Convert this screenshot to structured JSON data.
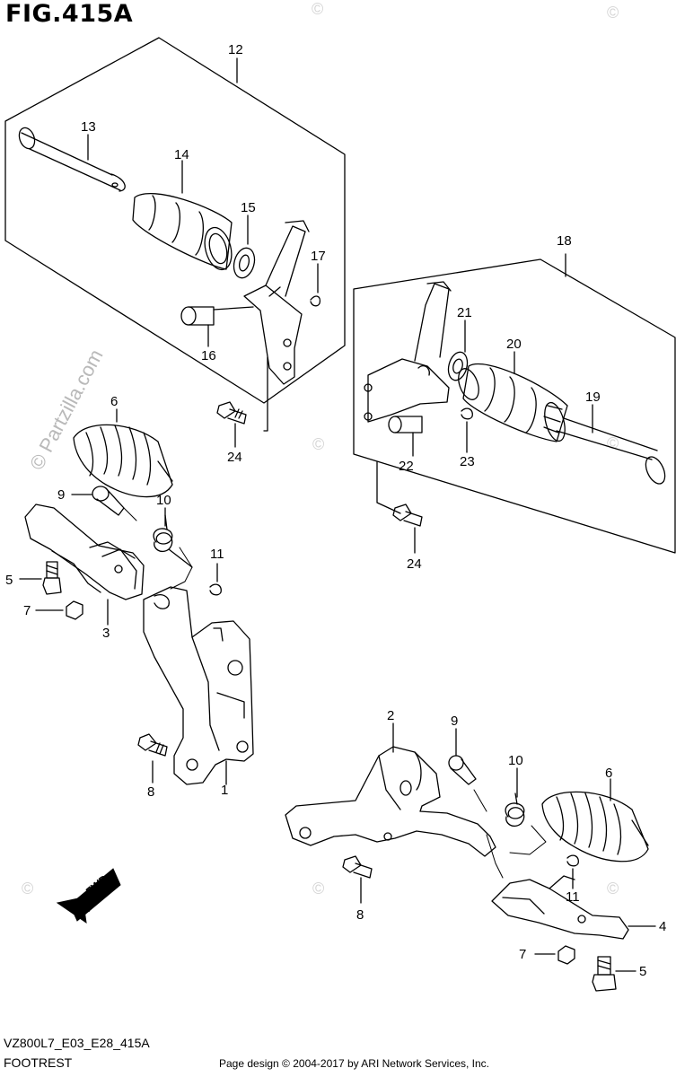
{
  "figure": {
    "title": "FIG.415A",
    "code": "VZ800L7_E03_E28_415A",
    "name": "FOOTREST",
    "copyright": "Page design © 2004-2017 by ARI Network Services, Inc."
  },
  "watermark": {
    "brand": "© Partzilla.com",
    "short": "©"
  },
  "direction": {
    "label": "FWD"
  },
  "callouts": [
    "1",
    "2",
    "3",
    "4",
    "5",
    "6",
    "7",
    "8",
    "9",
    "10",
    "11",
    "12",
    "13",
    "14",
    "15",
    "16",
    "17",
    "18",
    "19",
    "20",
    "21",
    "22",
    "23",
    "24"
  ]
}
